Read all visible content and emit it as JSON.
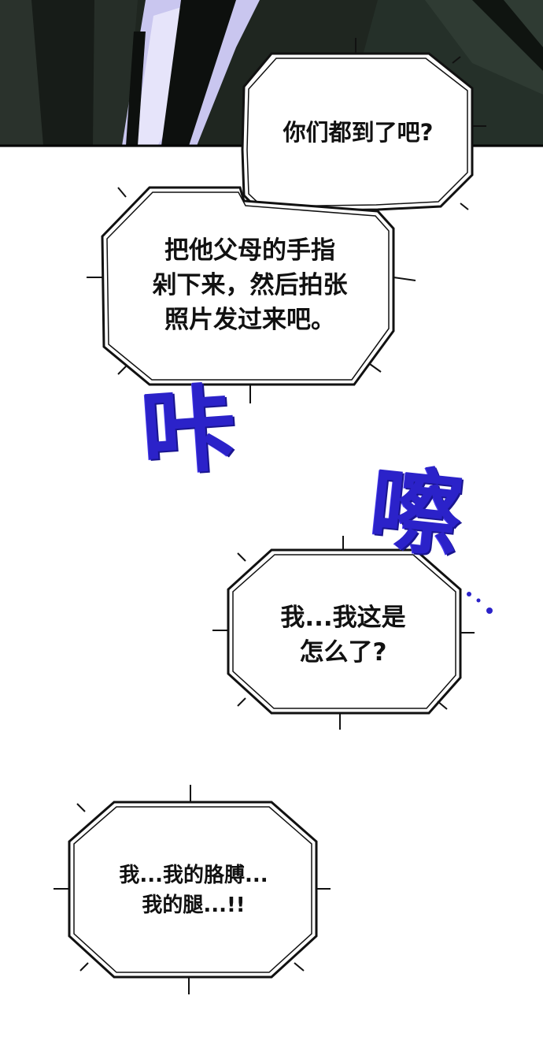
{
  "dialogue": [
    {
      "id": "bubble-1",
      "lines": [
        "你们都到了吧?"
      ]
    },
    {
      "id": "bubble-2",
      "lines": [
        "把他父母的手指",
        "剁下来，然后拍张",
        "照片发过来吧。"
      ]
    },
    {
      "id": "bubble-3",
      "lines": [
        "我...我这是",
        "怎么了?"
      ]
    },
    {
      "id": "bubble-4",
      "lines": [
        "我...我的胳膊...",
        "我的腿...!!"
      ]
    }
  ],
  "sound_effects": [
    {
      "id": "sfx-1",
      "text": "咔",
      "color": "#2b22c9"
    },
    {
      "id": "sfx-2",
      "text": "嚓",
      "color": "#2b22c9"
    }
  ],
  "colors": {
    "panel_dark": "#1f2620",
    "panel_shirt": "#c9c6ef",
    "bubble_outline": "#111111",
    "sfx_blue": "#2b22c9"
  }
}
